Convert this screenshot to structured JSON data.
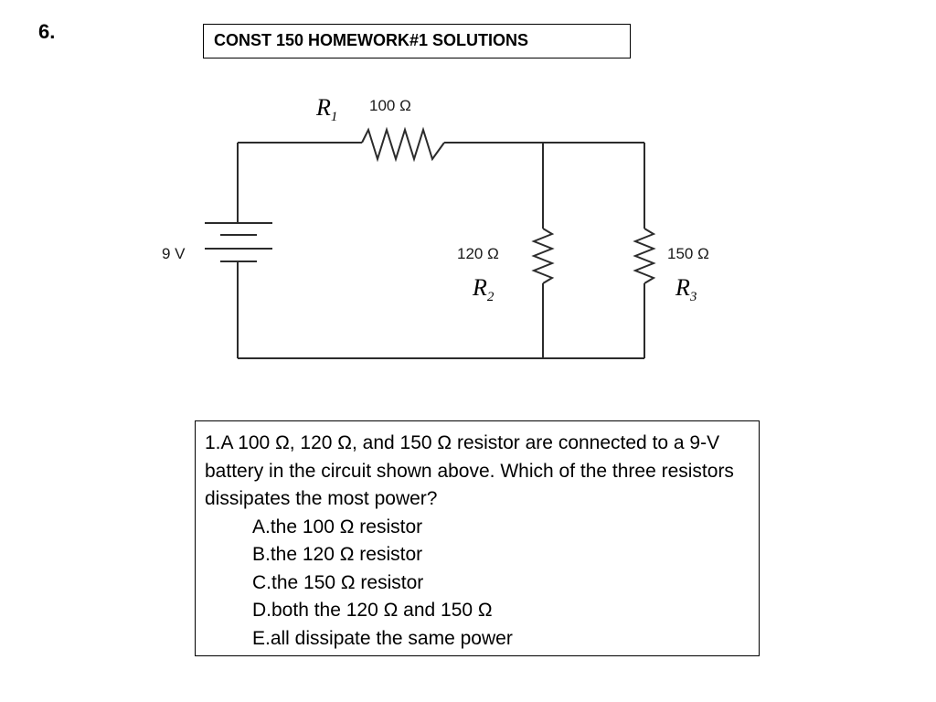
{
  "slide_number": "6.",
  "title": "CONST 150 HOMEWORK#1 SOLUTIONS",
  "circuit": {
    "battery_label": "9 V",
    "resistors": [
      {
        "symbol": "R",
        "subscript": "1",
        "value": "100 Ω"
      },
      {
        "symbol": "R",
        "subscript": "2",
        "value": "120 Ω"
      },
      {
        "symbol": "R",
        "subscript": "3",
        "value": "150 Ω"
      }
    ]
  },
  "question": {
    "text": "1.A 100 Ω, 120 Ω, and 150 Ω resistor are connected to a 9-V battery in the circuit shown above. Which of the three resistors dissipates the most power?",
    "choices": [
      "A.the 100 Ω resistor",
      "B.the 120 Ω resistor",
      "C.the 150 Ω resistor",
      "D.both the 120 Ω and 150 Ω",
      "E.all dissipate the same power"
    ]
  }
}
